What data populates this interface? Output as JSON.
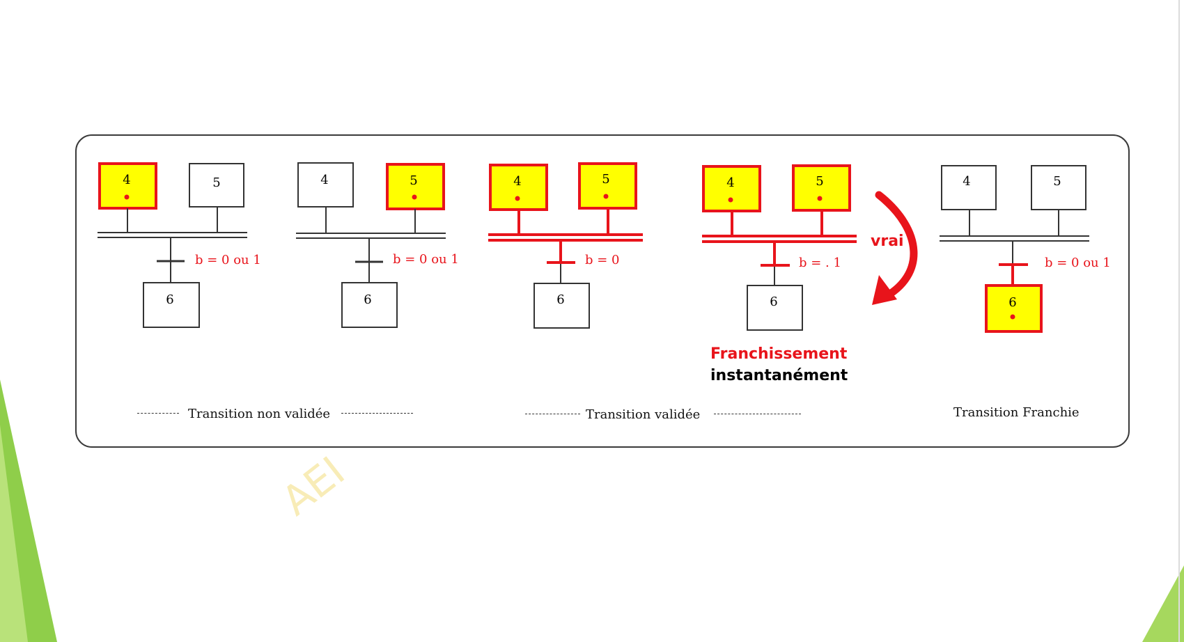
{
  "diagram": {
    "groups": [
      {
        "steps": [
          {
            "label": "4",
            "active": true
          },
          {
            "label": "5",
            "active": false
          },
          {
            "label": "6",
            "active": false
          }
        ],
        "condition": "b = 0 ou  1",
        "highlight": false
      },
      {
        "steps": [
          {
            "label": "4",
            "active": false
          },
          {
            "label": "5",
            "active": true
          },
          {
            "label": "6",
            "active": false
          }
        ],
        "condition": "b = 0 ou  1",
        "highlight": false
      },
      {
        "steps": [
          {
            "label": "4",
            "active": true
          },
          {
            "label": "5",
            "active": true
          },
          {
            "label": "6",
            "active": false
          }
        ],
        "condition": "b = 0",
        "highlight": true
      },
      {
        "steps": [
          {
            "label": "4",
            "active": true
          },
          {
            "label": "5",
            "active": true
          },
          {
            "label": "6",
            "active": false
          }
        ],
        "condition": "b = . 1",
        "highlight": true
      },
      {
        "steps": [
          {
            "label": "4",
            "active": false
          },
          {
            "label": "5",
            "active": false
          },
          {
            "label": "6",
            "active": true
          }
        ],
        "condition": "b = 0 ou  1",
        "highlight": false,
        "transition_red": true
      }
    ],
    "arrow_label": "vrai",
    "crossing_line1": "Franchissement",
    "crossing_line2": "instantanément",
    "captions": {
      "non_valid": "Transition non validée",
      "valid": "Transition validée",
      "crossed": "Transition Franchie"
    },
    "watermark": "AEI",
    "colors": {
      "active_fill": "#ffff00",
      "active_border": "#e8141b",
      "highlight": "#e8141b",
      "slide_green": "#8fce4a"
    }
  }
}
